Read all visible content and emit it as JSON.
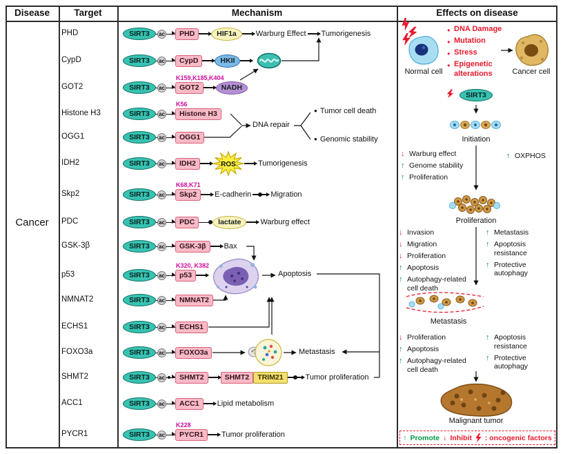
{
  "header": {
    "disease": "Disease",
    "target": "Target",
    "mechanism": "Mechanism",
    "effects": "Effects on disease"
  },
  "disease": "Cancer",
  "sirt3": "SIRT3",
  "ac": "ac",
  "targets": [
    "PHD",
    "CypD",
    "GOT2",
    "Histone H3",
    "OGG1",
    "IDH2",
    "Skp2",
    "PDC",
    "GSK-3β",
    "p53",
    "NMNAT2",
    "ECHS1",
    "FOXO3a",
    "SHMT2",
    "ACC1",
    "PYCR1"
  ],
  "rows": [
    {
      "items": [
        {
          "t": "sirt3"
        },
        {
          "t": "ac"
        },
        {
          "t": "box",
          "x": "PHD"
        },
        {
          "t": "ar"
        },
        {
          "t": "ell",
          "c": "yellow",
          "x": "HIF1a"
        },
        {
          "t": "ar"
        },
        {
          "t": "txt",
          "x": "Warburg Effect"
        },
        {
          "t": "ar"
        },
        {
          "t": "txt",
          "x": "Tumorigenesis"
        }
      ]
    },
    {
      "items": [
        {
          "t": "sirt3"
        },
        {
          "t": "ac"
        },
        {
          "t": "box",
          "x": "CypD"
        },
        {
          "t": "ar"
        },
        {
          "t": "ell",
          "c": "blue",
          "x": "HKII"
        },
        {
          "t": "ar"
        }
      ]
    },
    {
      "items": [
        {
          "t": "sirt3"
        },
        {
          "t": "ac"
        },
        {
          "t": "box",
          "x": "GOT2",
          "k": "K159,K185,K404"
        },
        {
          "t": "ar"
        },
        {
          "t": "ell",
          "c": "purple",
          "x": "NADH"
        }
      ]
    },
    {
      "items": [
        {
          "t": "sirt3"
        },
        {
          "t": "ac"
        },
        {
          "t": "box",
          "x": "Histone H3",
          "k": "K56"
        }
      ]
    },
    {
      "items": [
        {
          "t": "sirt3"
        },
        {
          "t": "ac"
        },
        {
          "t": "box",
          "x": "OGG1"
        }
      ]
    },
    {
      "items": [
        {
          "t": "sirt3"
        },
        {
          "t": "ac"
        },
        {
          "t": "box",
          "x": "IDH2"
        },
        {
          "t": "ar"
        },
        {
          "t": "star",
          "x": "ROS"
        },
        {
          "t": "ar"
        },
        {
          "t": "txt",
          "x": "Tumorigenesis"
        }
      ]
    },
    {
      "items": [
        {
          "t": "sirt3"
        },
        {
          "t": "ac"
        },
        {
          "t": "box",
          "x": "Skp2",
          "k": "K68,K71"
        },
        {
          "t": "ar"
        },
        {
          "t": "txt",
          "x": "E-cadherin"
        },
        {
          "t": "dotar"
        },
        {
          "t": "txt",
          "x": "Migration"
        }
      ]
    },
    {
      "items": [
        {
          "t": "sirt3"
        },
        {
          "t": "ac"
        },
        {
          "t": "box",
          "x": "PDC"
        },
        {
          "t": "dotline"
        },
        {
          "t": "ell",
          "c": "yellow",
          "x": "lactate"
        },
        {
          "t": "ar"
        },
        {
          "t": "txt",
          "x": "Warburg effect"
        }
      ]
    },
    {
      "items": [
        {
          "t": "sirt3"
        },
        {
          "t": "ac"
        },
        {
          "t": "box",
          "x": "GSK-3β"
        },
        {
          "t": "ar"
        },
        {
          "t": "txt",
          "x": "Bax"
        }
      ]
    },
    {
      "items": [
        {
          "t": "sirt3"
        },
        {
          "t": "ac"
        },
        {
          "t": "box",
          "x": "p53",
          "k": "K320, K382"
        },
        {
          "t": "ar"
        }
      ]
    },
    {
      "items": [
        {
          "t": "sirt3"
        },
        {
          "t": "ac"
        },
        {
          "t": "box",
          "x": "NMNAT2"
        }
      ]
    },
    {
      "items": [
        {
          "t": "sirt3"
        },
        {
          "t": "ac"
        },
        {
          "t": "box",
          "x": "ECHS1"
        }
      ]
    },
    {
      "items": [
        {
          "t": "sirt3"
        },
        {
          "t": "ac"
        },
        {
          "t": "box",
          "x": "FOXO3a"
        }
      ]
    },
    {
      "items": [
        {
          "t": "sirt3"
        },
        {
          "t": "ac",
          "dot": true
        },
        {
          "t": "box",
          "x": "SHMT2"
        },
        {
          "t": "ar"
        },
        {
          "t": "group",
          "boxes": [
            {
              "c": "pink",
              "x": "SHMT2"
            },
            {
              "c": "trim",
              "x": "TRIM21"
            }
          ]
        },
        {
          "t": "dotar"
        },
        {
          "t": "txt",
          "x": "Tumor proliferation"
        }
      ]
    },
    {
      "items": [
        {
          "t": "sirt3"
        },
        {
          "t": "ac"
        },
        {
          "t": "box",
          "x": "ACC1"
        },
        {
          "t": "ar"
        },
        {
          "t": "txt",
          "x": "Lipid metabolism"
        }
      ]
    },
    {
      "items": [
        {
          "t": "sirt3"
        },
        {
          "t": "ac"
        },
        {
          "t": "box",
          "x": "PYCR1",
          "k": "K228"
        },
        {
          "t": "ar"
        },
        {
          "t": "txt",
          "x": "Tumor proliferation"
        }
      ]
    }
  ],
  "labels": {
    "dna_repair": "DNA repair",
    "tumor_cell_death": "Tumor cell death",
    "genomic_stability": "Genomic stability",
    "apoptosis": "Apoptosis",
    "metastasis": "Metastasis"
  },
  "effects": {
    "factors": [
      "DNA Damage",
      "Mutation",
      "Stress",
      "Epigenetic alterations"
    ],
    "normal_cell": "Normal cell",
    "cancer_cell": "Cancer cell",
    "sirt3": "SIRT3",
    "stages": {
      "initiation": "Initiation",
      "proliferation": "Proliferation",
      "metastasis": "Metastasis",
      "malignant": "Malignant tumor"
    },
    "initiation_left": [
      [
        "down",
        "Warburg effect"
      ],
      [
        "up",
        "Genome stability"
      ],
      [
        "up",
        "Proliferation"
      ]
    ],
    "initiation_right": [
      [
        "up",
        "OXPHOS"
      ]
    ],
    "proliferation_left": [
      [
        "down",
        "Invasion"
      ],
      [
        "down",
        "Migration"
      ],
      [
        "down",
        "Proliferation"
      ],
      [
        "up",
        "Apoptosis"
      ],
      [
        "up",
        "Autophagy-related cell death"
      ]
    ],
    "proliferation_right": [
      [
        "up",
        "Metastasis"
      ],
      [
        "up",
        "Apoptosis resistance"
      ],
      [
        "up",
        "Protective autophagy"
      ]
    ],
    "metastasis_left": [
      [
        "down",
        "Proliferation"
      ],
      [
        "up",
        "Apoptosis"
      ],
      [
        "up",
        "Autophagy-related cell death"
      ]
    ],
    "metastasis_right": [
      [
        "up",
        "Apoptosis resistance"
      ],
      [
        "up",
        "Protective autophagy"
      ]
    ],
    "legend": {
      "promote": "Promote",
      "inhibit": "Inhibit",
      "oncogenic": ": oncogenic factors"
    }
  },
  "colors": {
    "sirt3_fill": "#38c2b2",
    "target_pink": "#f7bac6",
    "target_border": "#d9607a",
    "lysine_magenta": "#cf0a9e",
    "promote_green": "#009a44",
    "inhibit_red": "#e8192c",
    "hif_yellow": "#f8f3bc",
    "hkii_blue": "#79b9e8",
    "nadh_purple": "#b690d4",
    "trim_yellow": "#f3e06e"
  }
}
